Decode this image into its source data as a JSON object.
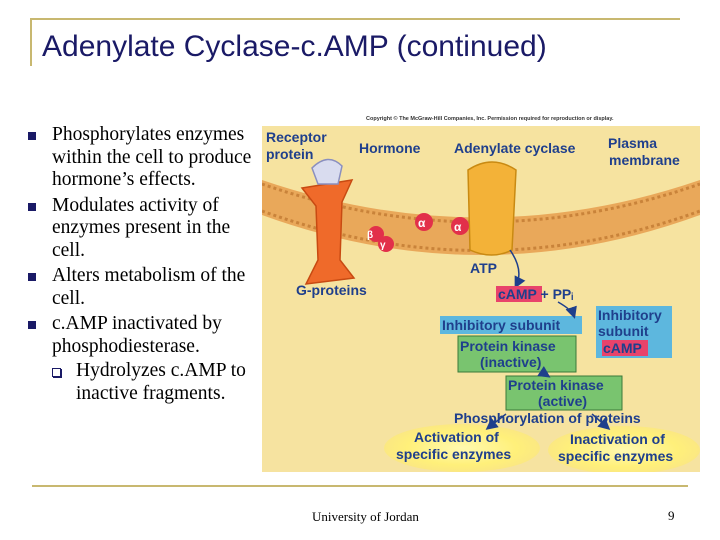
{
  "title": "Adenylate Cyclase-c.AMP (continued)",
  "bullets": [
    "Phosphorylates enzymes within the cell to produce hormone’s effects.",
    "Modulates activity of enzymes present in the cell.",
    "Alters metabolism of the cell.",
    "c.AMP inactivated by phosphodiesterase."
  ],
  "sub_bullet": "Hydrolyzes c.AMP to inactive fragments.",
  "footer": "University of Jordan",
  "page_number": "9",
  "figure": {
    "copyright": "Copyright © The McGraw-Hill Companies, Inc. Permission required for reproduction or display.",
    "receptor_protein_1": "Receptor",
    "receptor_protein_2": "protein",
    "hormone": "Hormone",
    "adenylate_cyclase": "Adenylate cyclase",
    "plasma_membrane_1": "Plasma",
    "plasma_membrane_2": "membrane",
    "alpha": "α",
    "beta": "β",
    "gamma": "γ",
    "atp": "ATP",
    "g_proteins": "G-proteins",
    "camp_ppi": "cAMP + PPᵢ",
    "inhibitory_subunit": "Inhibitory subunit",
    "pk_inactive_1": "Protein kinase",
    "pk_inactive_2": "(inactive)",
    "inhibitory_camp_1": "Inhibitory",
    "inhibitory_camp_2": "subunit",
    "inhibitory_camp_3": "cAMP",
    "pk_active_1": "Protein kinase",
    "pk_active_2": "(active)",
    "phosphorylation": "Phosphorylation of proteins",
    "activation_1": "Activation of",
    "activation_2": "specific enzymes",
    "inactivation_1": "Inactivation of",
    "inactivation_2": "specific enzymes",
    "colors": {
      "background": "#f6e3a0",
      "membrane": "#e9a85a",
      "label_text": "#1f3f8c",
      "red_box": "#e8436b",
      "teal_box": "#5db7de",
      "green_box": "#79c46f",
      "yellow_glow": "#fff07a"
    }
  }
}
